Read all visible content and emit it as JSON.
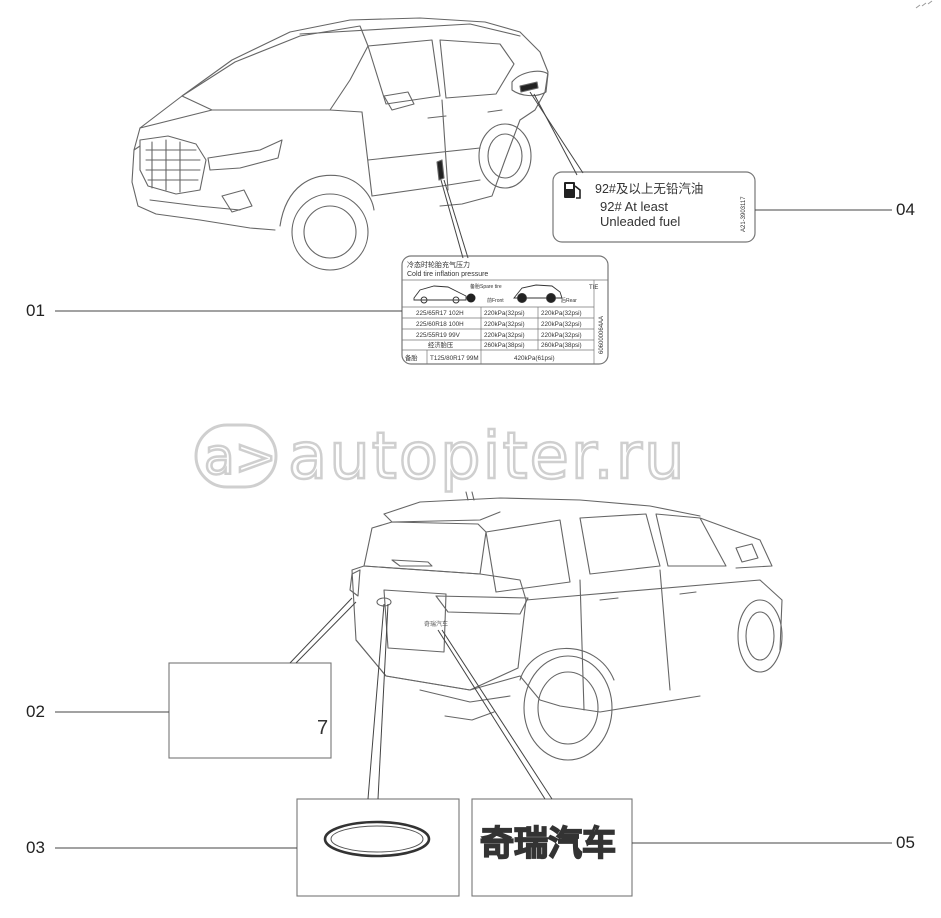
{
  "callouts": {
    "c01": "01",
    "c02": "02",
    "c03": "03",
    "c04": "04",
    "c05": "05"
  },
  "watermark": {
    "glyph": "a>",
    "text": "autopiter.ru"
  },
  "fuel_label": {
    "line_cn": "92#及以上无铅汽油",
    "line1": "92#  At least",
    "line2": "Unleaded  fuel",
    "side_code": "A21-3903117"
  },
  "tire_label": {
    "title_cn": "冷态时轮胎充气压力",
    "title_en": "Cold tire inflation pressure",
    "spare_label": "备胎Spare tire",
    "front_label": "前Front",
    "rear_label": "后Rear",
    "tie_code": "TIE",
    "side_code": "606000064AA",
    "rows": [
      {
        "size": "225/65R17 102H",
        "front": "220kPa(32psi)",
        "rear": "220kPa(32psi)"
      },
      {
        "size": "225/60R18 100H",
        "front": "220kPa(32psi)",
        "rear": "220kPa(32psi)"
      },
      {
        "size": "225/55R19 99V",
        "front": "220kPa(32psi)",
        "rear": "220kPa(32psi)"
      },
      {
        "size": "经济胎压",
        "front": "260kPa(38psi)",
        "rear": "260kPa(38psi)"
      }
    ],
    "spare_row": {
      "label": "备胎",
      "size": "T125/80R17 99M",
      "pressure": "420kPa(61psi)"
    }
  },
  "badge_text": {
    "brand_cn": "奇瑞汽车",
    "tail_small": "奇瑞汽车"
  },
  "label_02": {
    "mark": "7"
  }
}
